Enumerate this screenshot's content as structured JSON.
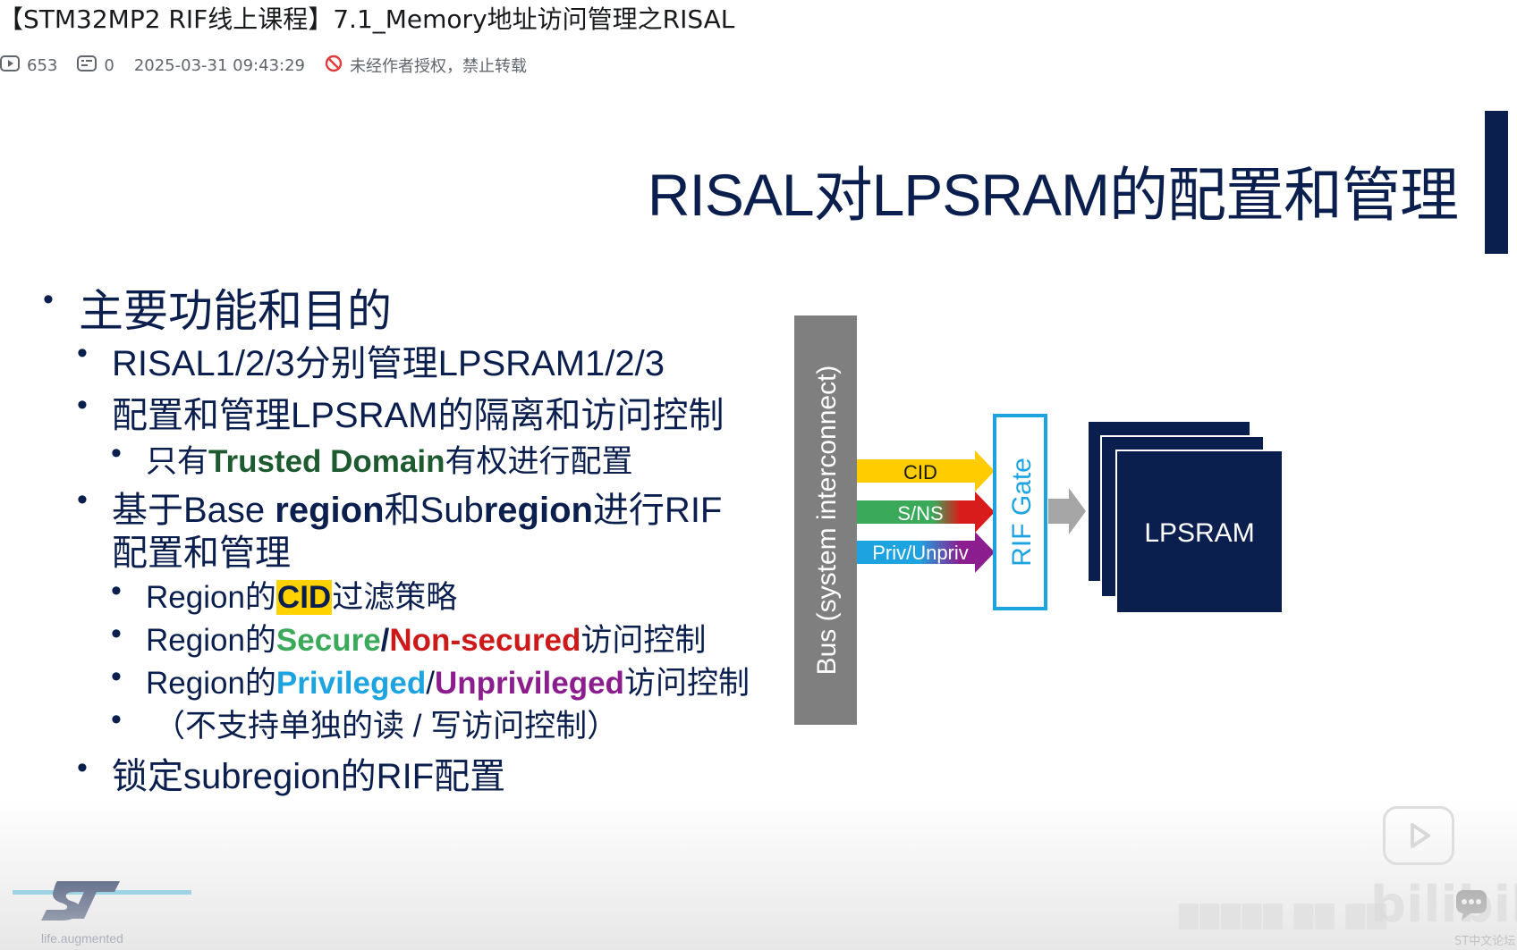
{
  "header": {
    "title": "【STM32MP2 RIF线上课程】7.1_Memory地址访问管理之RISAL",
    "views": "653",
    "comments": "0",
    "timestamp": "2025-03-31 09:43:29",
    "copyright_notice": "未经作者授权，禁止转载"
  },
  "slide": {
    "title": "RISAL对LPSRAM的配置和管理",
    "b1": "主要功能和目的",
    "b2": "RISAL1/2/3分别管理LPSRAM1/2/3",
    "b3": "配置和管理LPSRAM的隔离和访问控制",
    "b4_pre": "只有",
    "b4_bold": "Trusted Domain",
    "b4_post": "有权进行配置",
    "b5_a": "基于Base ",
    "b5_b": "region",
    "b5_c": "和Sub",
    "b5_d": "region",
    "b5_e": "进行RIF",
    "b5_line2": "配置和管理",
    "b6_pre": "Region的",
    "b6_cid": "CID",
    "b6_post": "过滤策略",
    "b7_pre": "Region的",
    "b7_secure": "Secure",
    "b7_slash": "/",
    "b7_nonsecure": "Non-secured",
    "b7_post": "访问控制",
    "b8_pre": "Region的",
    "b8_priv": "Privileged",
    "b8_slash": "/",
    "b8_unpriv": "Unprivileged",
    "b8_post": "访问控制",
    "b9": "（不支持单独的读 / 写访问控制）",
    "b10": "锁定subregion的RIF配置"
  },
  "diagram": {
    "bus_label": "Bus (system interconnect)",
    "arrow1": "CID",
    "arrow2": "S/NS",
    "arrow3": "Priv/Unpriv",
    "gate_label": "RIF Gate",
    "memory_label": "LPSRAM",
    "colors": {
      "bus": "#7f7f7f",
      "cid": "#ffcc00",
      "secure": "#3aaa5a",
      "nonsecure": "#d81c1c",
      "priv": "#1da4e0",
      "unpriv": "#8b1d8e",
      "gate_border": "#1da4e0",
      "memory": "#0b1f4e"
    }
  },
  "footer": {
    "st_tagline": "life.augmented",
    "forum_tag": "ST中文论坛",
    "watermark": "bilibili"
  }
}
